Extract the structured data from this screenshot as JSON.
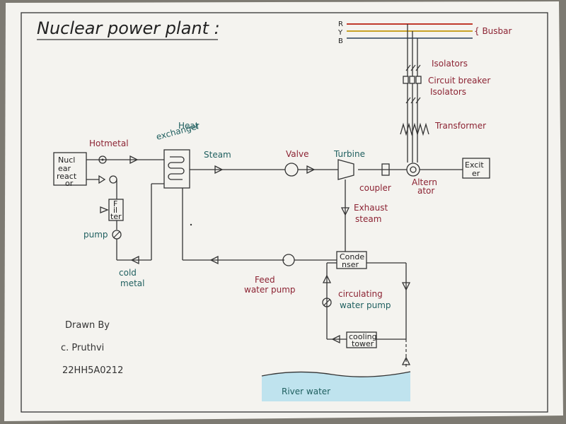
{
  "title": "Nuclear power plant :",
  "colors": {
    "paper": "#f4f3ef",
    "ink": "#333333",
    "label_red": "#8c2333",
    "label_green": "#1f5f5f",
    "bus_r": "#c0392b",
    "bus_y": "#c9a227",
    "bus_b": "#5d6d7e",
    "water": "#bfe3ee"
  },
  "bus": {
    "r": "R",
    "y": "Y",
    "b": "B",
    "label": "{ Busbar"
  },
  "labels": {
    "isolators_top": "Isolators",
    "circuit_breaker": "Circuit breaker",
    "isolators_bottom": "Isolators",
    "transformer": "Transformer",
    "exciter_l1": "Excit",
    "exciter_l2": "er",
    "alternator_l1": "Altern",
    "alternator_l2": "ator",
    "coupler": "coupler",
    "turbine": "Turbine",
    "valve": "Valve",
    "steam": "Steam",
    "heat_exchanger_l1": "Heat",
    "heat_exchanger_l2": "exchanger",
    "hotmetal": "Hotmetal",
    "reactor_l1": "Nucl",
    "reactor_l2": "ear",
    "reactor_l3": "react",
    "reactor_l4": "or",
    "filter_l1": "F",
    "filter_l2": "il",
    "filter_l3": "ter",
    "pump": "pump",
    "cold_metal_l1": "cold",
    "cold_metal_l2": "metal",
    "exhaust_l1": "Exhaust",
    "exhaust_l2": "steam",
    "condenser_l1": "Conde",
    "condenser_l2": "nser",
    "feed_pump_l1": "Feed",
    "feed_pump_l2": "water pump",
    "circ_pump_l1": "circulating",
    "circ_pump_l2": "water pump",
    "cooling_tower_l1": "cooling",
    "cooling_tower_l2": "tower",
    "river_water": "River water"
  },
  "author": {
    "drawn_by": "Drawn By",
    "name": "c. Pruthvi",
    "roll_no": "22HH5A0212"
  }
}
